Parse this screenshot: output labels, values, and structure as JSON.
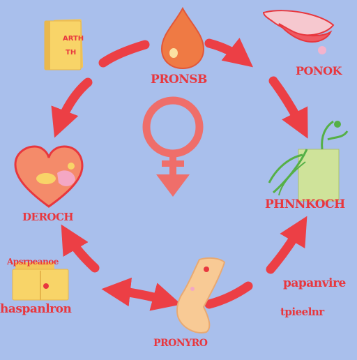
{
  "labels": {
    "top": "PRONSB",
    "top_right": "PONOK",
    "right": "PHNNKOCH",
    "left": "DEROCH",
    "bottom_left_upper": "Apsrpeanoe",
    "bottom_left_lower": "haspanlron",
    "bottom_right_upper": "papanvire",
    "bottom_right_lower": "tpieelnr",
    "bottom": "PRONYRO"
  },
  "notebook_text": [
    "ARTH",
    "TH"
  ],
  "colors": {
    "background": "#a9bfec",
    "arrow": "#ec3f45",
    "symbol": "#ef6e6a",
    "label": "#e8373e",
    "folder": "#f8d468",
    "drop": "#ef7a44",
    "heart": "#f48b6a",
    "plant_box": "#cfe39a",
    "leaf": "#55b046"
  }
}
